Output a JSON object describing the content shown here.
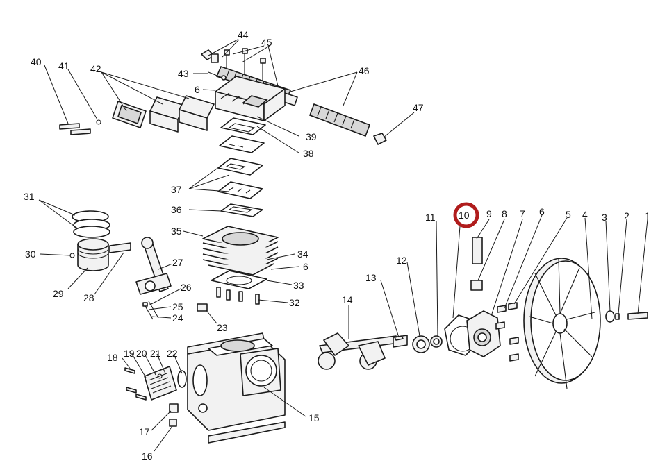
{
  "labels": {
    "p1": "1",
    "p2": "2",
    "p3": "3",
    "p4": "4",
    "p5": "5",
    "p6": "6",
    "p7": "7",
    "p8": "8",
    "p9": "9",
    "p10": "10",
    "p11": "11",
    "p12": "12",
    "p13": "13",
    "p14": "14",
    "p15": "15",
    "p16": "16",
    "p17": "17",
    "p18": "18",
    "p19": "19",
    "p20": "20",
    "p21": "21",
    "p22": "22",
    "p23": "23",
    "p24": "24",
    "p25": "25",
    "p26": "26",
    "p27": "27",
    "p28": "28",
    "p29": "29",
    "p30": "30",
    "p31": "31",
    "p32": "32",
    "p33": "33",
    "p34": "34",
    "p35": "35",
    "p36": "36",
    "p37": "37",
    "p38": "38",
    "p39": "39",
    "p40": "40",
    "p41": "41",
    "p42": "42",
    "p43": "43",
    "p44": "44",
    "p45": "45",
    "p46": "46",
    "p47": "47"
  },
  "label_6_upper": "6",
  "label_6_mid": "6",
  "highlight": {
    "part": "10",
    "color": "#b01c1c"
  }
}
